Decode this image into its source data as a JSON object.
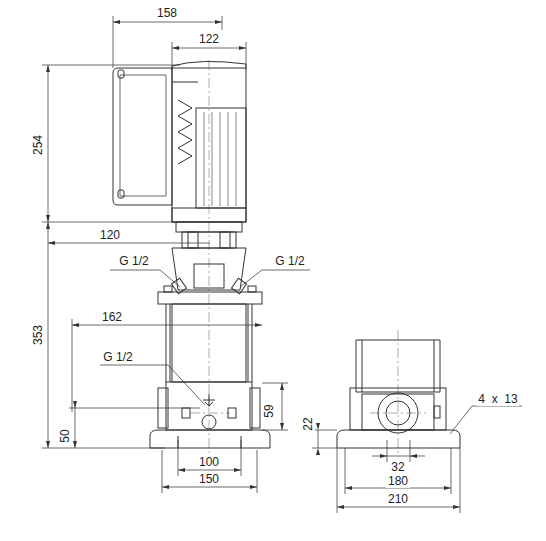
{
  "diagram": {
    "labels": [
      "158",
      "122",
      "254",
      "120",
      "G 1/2",
      "G 1/2",
      "353",
      "162",
      "G 1/2",
      "59",
      "50",
      "22",
      "100",
      "150",
      "4  x  13",
      "32",
      "180",
      "210"
    ]
  }
}
